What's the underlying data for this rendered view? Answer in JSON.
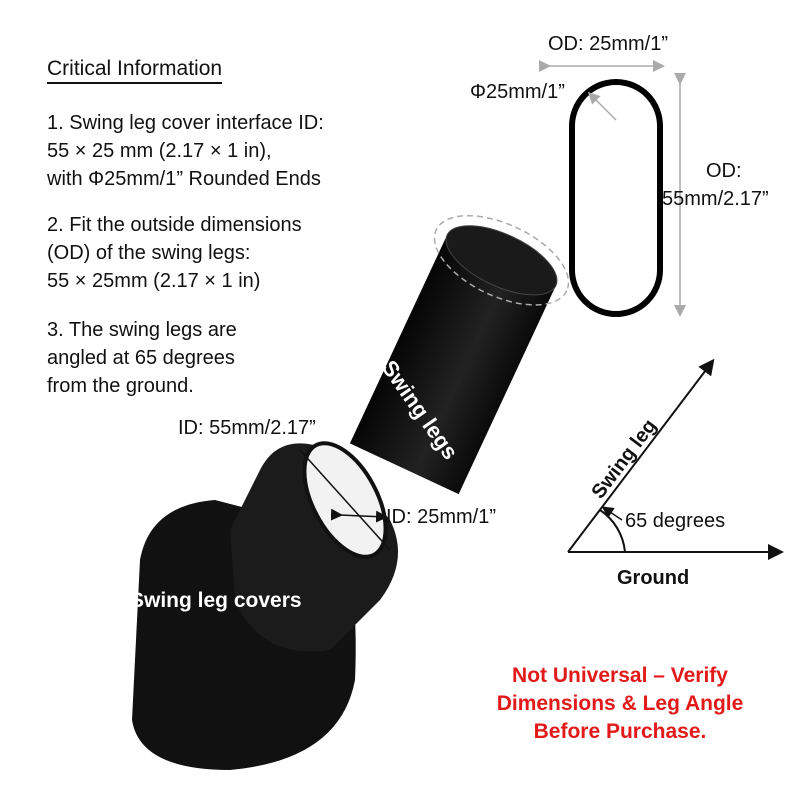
{
  "info": {
    "title": "Critical Information",
    "item1_line1": "1. Swing leg cover interface ID:",
    "item1_line2": " 55 × 25 mm (2.17 × 1 in),",
    "item1_line3": "with Φ25mm/1” Rounded Ends",
    "item2_line1": "2. Fit the outside dimensions",
    "item2_line2": "(OD) of the swing legs:",
    "item2_line3": "55 × 25mm (2.17 × 1 in)",
    "item3_line1": "3. The swing legs are",
    "item3_line2": "angled at 65 degrees",
    "item3_line3": "from the ground."
  },
  "oval": {
    "od_width": "OD: 25mm/1”",
    "radius": "Φ25mm/1”",
    "od_height_line1": "OD:",
    "od_height_line2": "55mm/2.17”"
  },
  "parts": {
    "swing_legs": "Swing legs",
    "covers": "Swing leg covers",
    "id_long": "ID: 55mm/2.17”",
    "id_short": "ID: 25mm/1”"
  },
  "angle": {
    "leg_label": "Swing leg",
    "angle_label": "65 degrees",
    "ground_label": "Ground"
  },
  "warning": {
    "line1": "Not Universal – Verify",
    "line2": "Dimensions & Leg Angle",
    "line3": "Before Purchase."
  }
}
